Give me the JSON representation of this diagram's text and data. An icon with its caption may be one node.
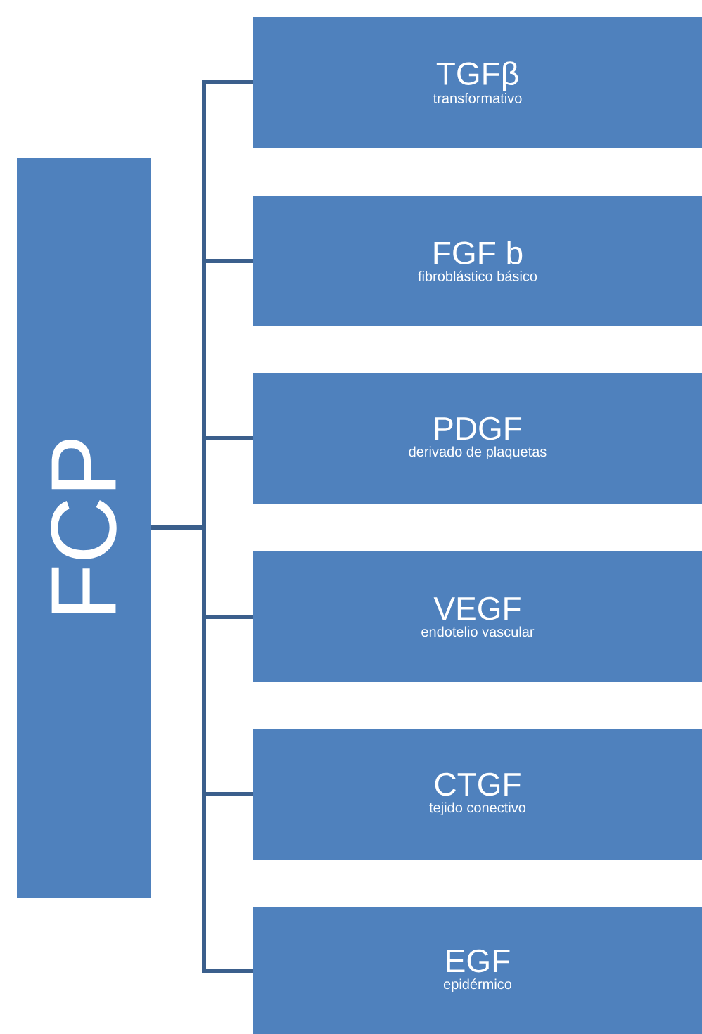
{
  "diagram": {
    "nodes": [
      {
        "text": [
          "FCP"
        ]
      },
      {
        "text": [
          "TGFβ",
          "transformativo"
        ]
      },
      {
        "text": [
          "FGF b",
          "fibroblástico básico"
        ]
      },
      {
        "text": [
          "PDGF",
          "derivado de plaquetas"
        ]
      },
      {
        "text": [
          "VEGF",
          "endotelio vascular"
        ]
      },
      {
        "text": [
          "CTGF",
          "tejido conectivo"
        ]
      },
      {
        "text": [
          "EGF",
          "epidérmico"
        ]
      }
    ],
    "edges": [
      {
        "from": 0,
        "to": 1,
        "arrow": "none"
      },
      {
        "from": 0,
        "to": 2,
        "arrow": "none"
      },
      {
        "from": 0,
        "to": 3,
        "arrow": "none"
      },
      {
        "from": 0,
        "to": 4,
        "arrow": "none"
      },
      {
        "from": 0,
        "to": 5,
        "arrow": "none"
      },
      {
        "from": 0,
        "to": 6,
        "arrow": "none"
      }
    ]
  }
}
